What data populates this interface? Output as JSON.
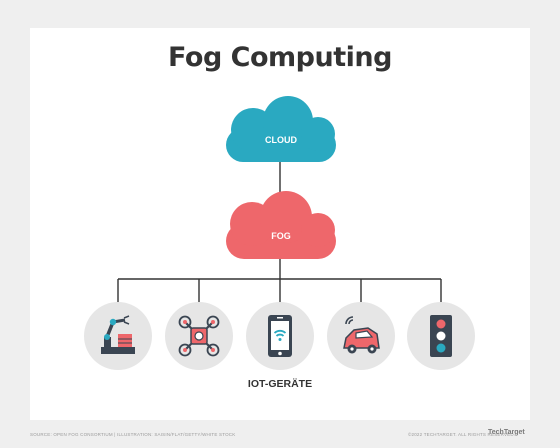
{
  "title": "Fog Computing",
  "nodes": {
    "cloud": {
      "label": "CLOUD",
      "color": "#2aa9c1"
    },
    "fog": {
      "label": "FOG",
      "color": "#ee676b"
    }
  },
  "devices": {
    "label": "IOT-GERÄTE",
    "items": [
      {
        "icon": "robot-arm-icon"
      },
      {
        "icon": "drone-icon"
      },
      {
        "icon": "smartphone-icon"
      },
      {
        "icon": "connected-car-icon"
      },
      {
        "icon": "traffic-light-icon"
      }
    ]
  },
  "footer": {
    "source": "SOURCE: OPEN FOG CONSORTIUM | ILLUSTRATION: SAISIN/FLAT/GETTY/WHITE STOCK",
    "copyright": "©2022 TECHTARGET. ALL RIGHTS RESERVED.",
    "brand": "TechTarget"
  },
  "colors": {
    "line": "#333333",
    "device_circle": "#e6e6e6",
    "accent_blue": "#2aa9c1",
    "accent_red": "#ee676b",
    "dark": "#3a4552"
  }
}
